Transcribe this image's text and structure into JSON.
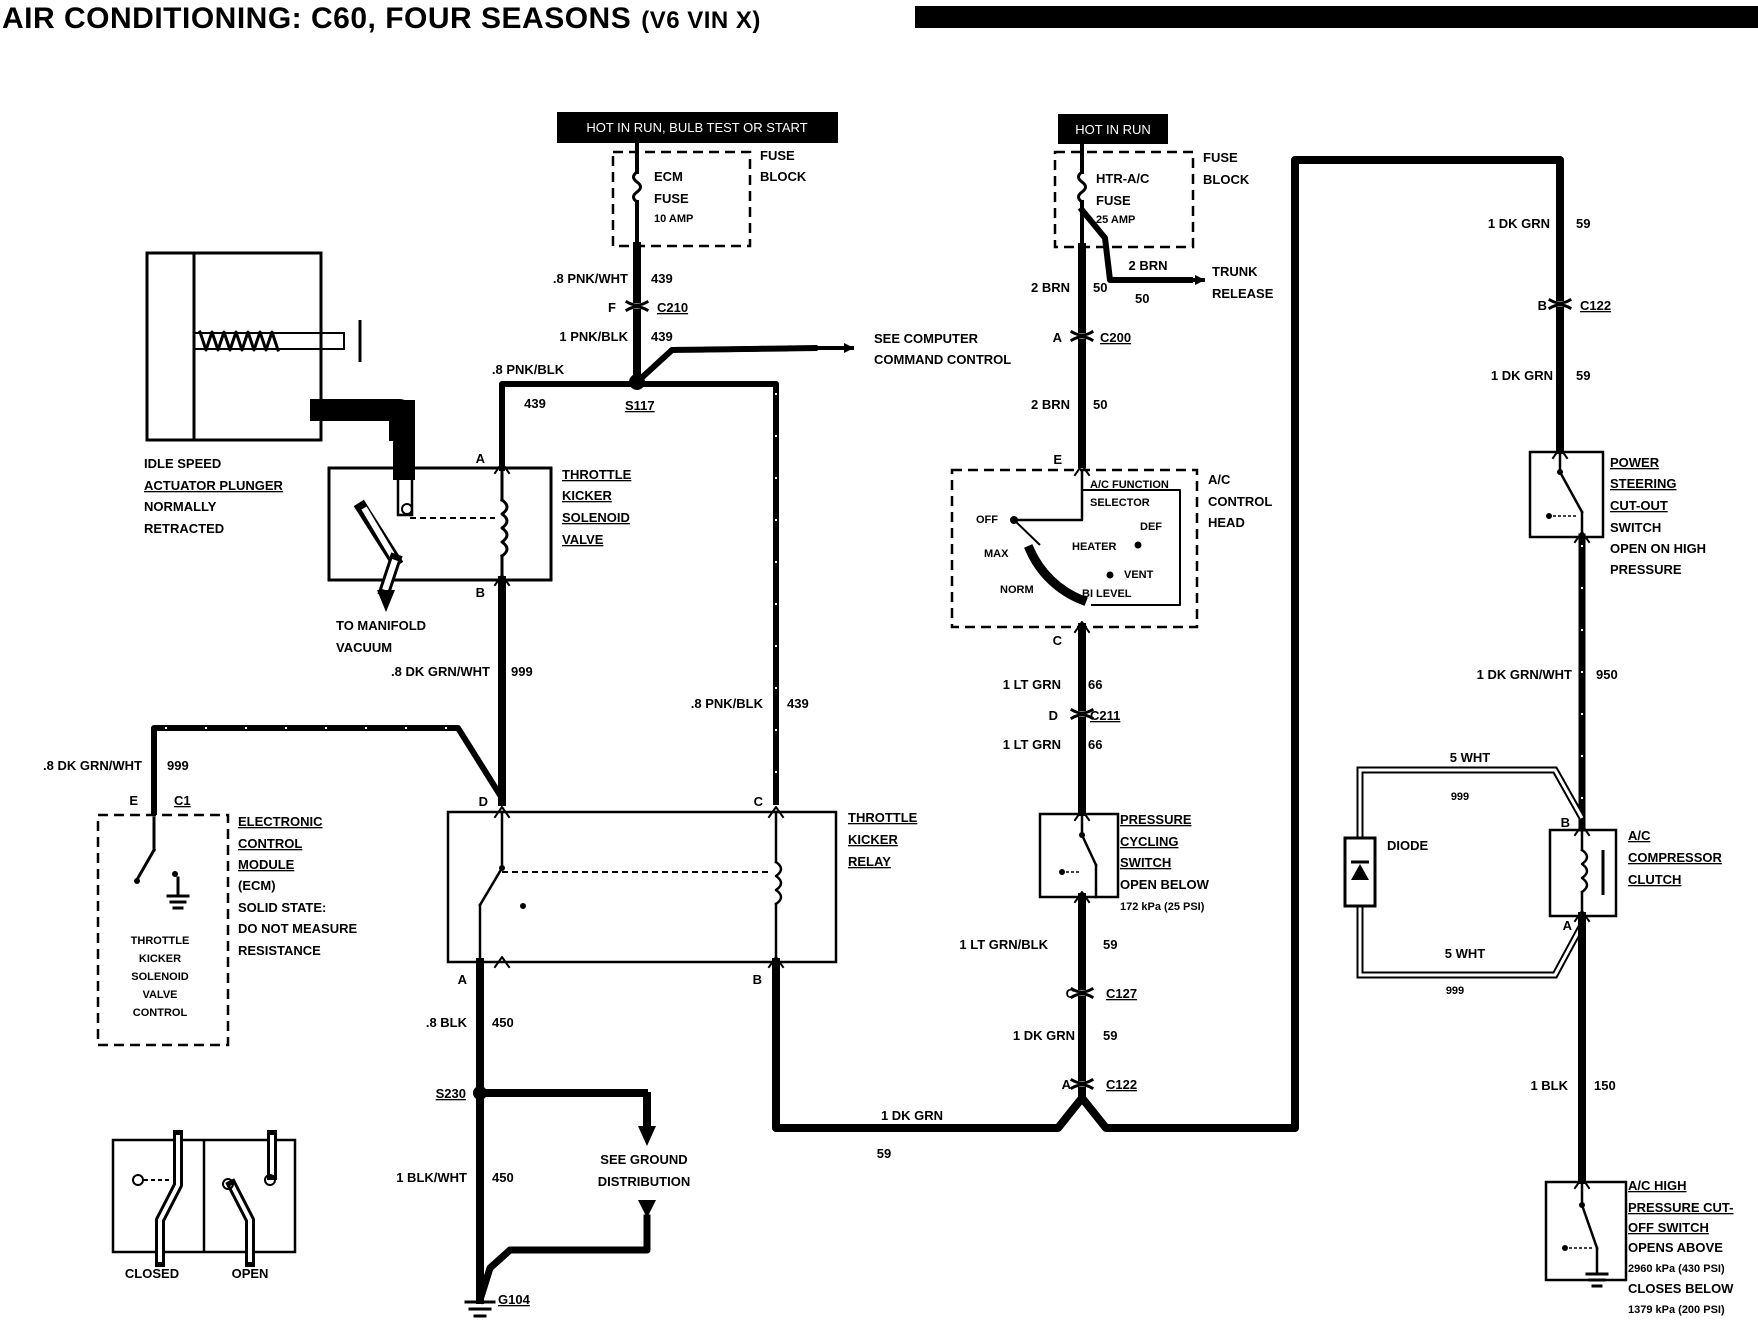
{
  "title": {
    "main": "AIR CONDITIONING: C60, FOUR SEASONS",
    "sub": "(V6 VIN X)"
  },
  "power": {
    "left_banner": "HOT IN RUN, BULB TEST OR START",
    "right_banner": "HOT IN RUN"
  },
  "fuses": {
    "ecm_name": "ECM",
    "ecm_sub": "FUSE",
    "ecm_rating": "10 AMP",
    "htr_name": "HTR-A/C",
    "htr_sub": "FUSE",
    "htr_rating": "25 AMP",
    "block_l1": "FUSE",
    "block_l2": "BLOCK"
  },
  "wires": {
    "w_08pnkwht": ".8 PNK/WHT",
    "c439a": "439",
    "w_1pnkblk": "1 PNK/BLK",
    "c439b": "439",
    "w_08pnkblk_a": ".8 PNK/BLK",
    "c439c": "439",
    "w_08dkgrnwht": ".8 DK GRN/WHT",
    "c999a": "999",
    "w_08pnkblk_b": ".8 PNK/BLK",
    "c439d": "439",
    "w_08dkgrnwht_ecm": ".8 DK GRN/WHT",
    "c999b": "999",
    "w_08blk": ".8 BLK",
    "c450a": "450",
    "w_1blkwht": "1 BLK/WHT",
    "c450b": "450",
    "w_1dkgrn_bottom": "1 DK GRN",
    "c59_bottom": "59",
    "w_2brn_a": "2 BRN",
    "c50a": "50",
    "w_2brn_trunk": "2 BRN",
    "c50_trunk": "50",
    "w_2brn_b": "2 BRN",
    "c50b": "50",
    "w_1ltgrn_a": "1 LT GRN",
    "c66a": "66",
    "w_1ltgrn_b": "1 LT GRN",
    "c66b": "66",
    "w_1ltgrnblk": "1 LT GRN/BLK",
    "c59a": "59",
    "w_1dkgrn_a": "1 DK GRN",
    "c59b": "59",
    "w_1dkgrn_top": "1 DK GRN",
    "c59c": "59",
    "w_1dkgrn_mid": "1 DK GRN",
    "c59d": "59",
    "w_1dkgrnwht_r": "1 DK GRN/WHT",
    "c950": "950",
    "w_1blk_r": "1 BLK",
    "c150": "150",
    "w_5wht_top": "5 WHT",
    "c999_top": "999",
    "w_5wht_bot": "5 WHT",
    "c999_bot": "999"
  },
  "connectors": {
    "f": "F",
    "c210": "C210",
    "s117": "S117",
    "a_c200": "A",
    "c200": "C200",
    "e_ctrl": "E",
    "c_ctrl": "C",
    "d_c211": "D",
    "c211": "C211",
    "c_c127": "C",
    "c127": "C127",
    "a_c122": "A",
    "c122_bot": "C122",
    "b_c122": "B",
    "c122_top": "C122",
    "a_tk": "A",
    "b_tk": "B",
    "d_relay": "D",
    "c_relay": "C",
    "a_relay": "A",
    "b_relay": "B",
    "e_ecm": "E",
    "c1": "C1",
    "s230": "S230",
    "g104": "G104",
    "b_clutch": "B",
    "a_clutch": "A"
  },
  "components": {
    "isa_l1": "IDLE SPEED",
    "isa_l2": "ACTUATOR PLUNGER",
    "isa_l3": "NORMALLY",
    "isa_l4": "RETRACTED",
    "tksv_l1": "THROTTLE",
    "tksv_l2": "KICKER",
    "tksv_l3": "SOLENOID",
    "tksv_l4": "VALVE",
    "vac_l1": "TO MANIFOLD",
    "vac_l2": "VACUUM",
    "ecm_l1": "ELECTRONIC",
    "ecm_l2": "CONTROL",
    "ecm_l3": "MODULE",
    "ecm_l4": "(ECM)",
    "ecm_l5": "SOLID STATE:",
    "ecm_l6": "DO NOT MEASURE",
    "ecm_l7": "RESISTANCE",
    "ecm_i1": "THROTTLE",
    "ecm_i2": "KICKER",
    "ecm_i3": "SOLENOID",
    "ecm_i4": "VALVE",
    "ecm_i5": "CONTROL",
    "tkr_l1": "THROTTLE",
    "tkr_l2": "KICKER",
    "tkr_l3": "RELAY",
    "see_cc_l1": "SEE COMPUTER",
    "see_cc_l2": "COMMAND CONTROL",
    "see_gd_l1": "SEE GROUND",
    "see_gd_l2": "DISTRIBUTION",
    "closed": "CLOSED",
    "open": "OPEN",
    "trunk_l1": "TRUNK",
    "trunk_l2": "RELEASE",
    "ach_l1": "A/C",
    "ach_l2": "CONTROL",
    "ach_l3": "HEAD",
    "fs_l1": "A/C FUNCTION",
    "fs_l2": "SELECTOR",
    "sel_off": "OFF",
    "sel_max": "MAX",
    "sel_norm": "NORM",
    "sel_bilevel": "BI LEVEL",
    "sel_vent": "VENT",
    "sel_heater": "HEATER",
    "sel_def": "DEF",
    "pcs_l1": "PRESSURE",
    "pcs_l2": "CYCLING",
    "pcs_l3": "SWITCH",
    "pcs_l4": "OPEN BELOW",
    "pcs_l5": "172 kPa (25 PSI)",
    "ps_l1": "POWER",
    "ps_l2": "STEERING",
    "ps_l3": "CUT-OUT",
    "ps_l4": "SWITCH",
    "ps_l5": "OPEN ON HIGH",
    "ps_l6": "PRESSURE",
    "diode": "DIODE",
    "comp_l1": "A/C",
    "comp_l2": "COMPRESSOR",
    "comp_l3": "CLUTCH",
    "hp_l1": "A/C HIGH",
    "hp_l2": "PRESSURE CUT-",
    "hp_l3": "OFF SWITCH",
    "hp_l4": "OPENS ABOVE",
    "hp_l5": "2960 kPa (430 PSI)",
    "hp_l6": "CLOSES BELOW",
    "hp_l7": "1379 kPa (200 PSI)"
  }
}
